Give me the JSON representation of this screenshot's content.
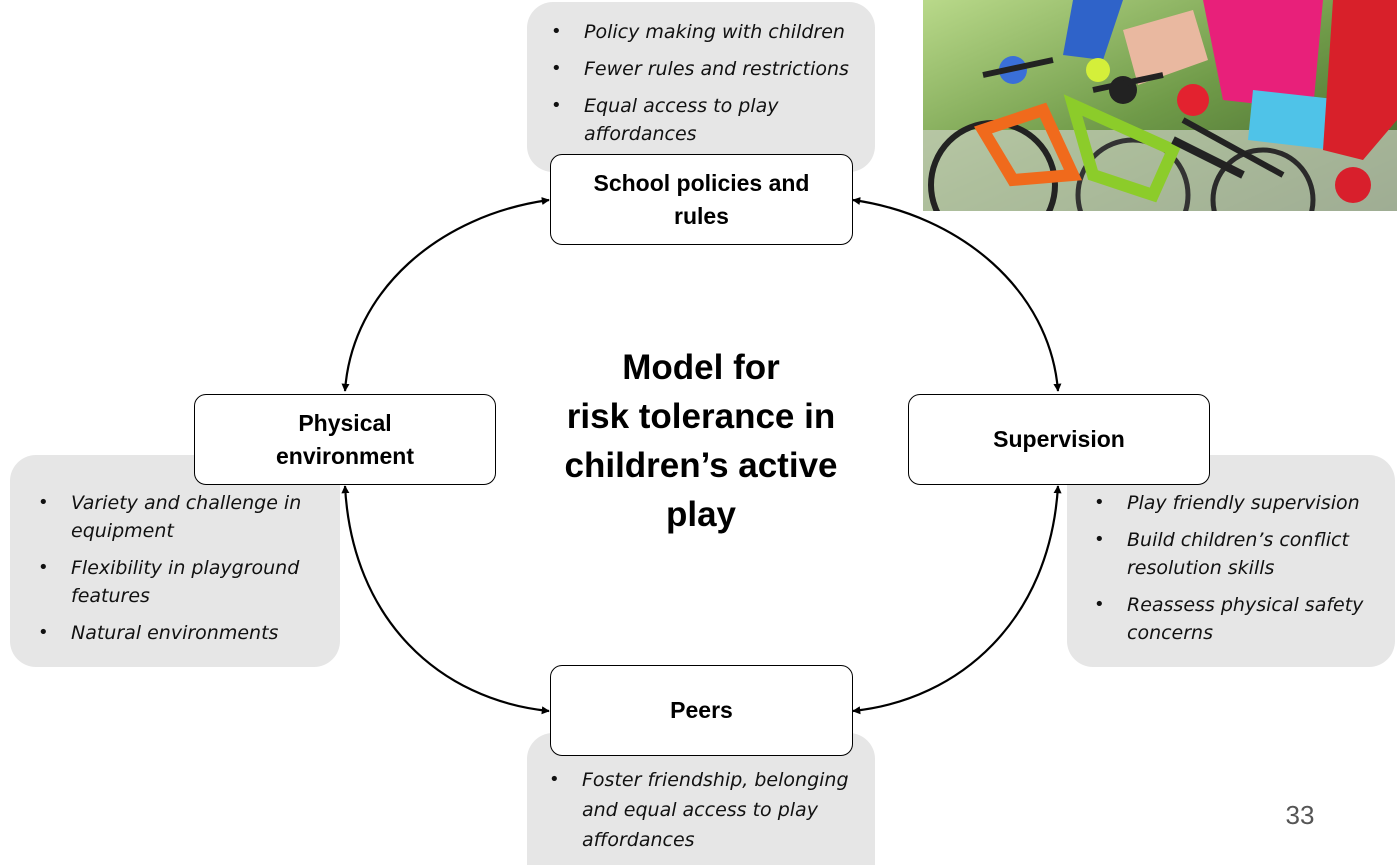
{
  "diagram": {
    "title": "Model for risk tolerance in children’s active play",
    "title_lines": [
      "Model for",
      "risk tolerance in",
      "children’s active",
      "play"
    ],
    "nodes": {
      "top": [
        "School policies and",
        "rules"
      ],
      "left": [
        "Physical",
        "environment"
      ],
      "right": [
        "Supervision"
      ],
      "bottom": [
        "Peers"
      ]
    },
    "panels": {
      "top": [
        "Policy making with children",
        "Fewer rules and restrictions",
        "Equal access to play affordances"
      ],
      "left": [
        "Variety and challenge in equipment",
        "Flexibility in playground features",
        "Natural environments"
      ],
      "right": [
        "Play friendly supervision",
        "Build children’s conflict resolution skills",
        "Reassess physical safety concerns"
      ],
      "bottom": [
        "Foster friendship, belonging and equal access to play affordances"
      ]
    },
    "connections": [
      {
        "from": "School policies and rules",
        "to": "Supervision",
        "direction": "bidirectional"
      },
      {
        "from": "Supervision",
        "to": "Peers",
        "direction": "bidirectional"
      },
      {
        "from": "Peers",
        "to": "Physical environment",
        "direction": "bidirectional"
      },
      {
        "from": "Physical environment",
        "to": "School policies and rules",
        "direction": "bidirectional"
      }
    ]
  },
  "photo": {
    "subject": "children riding bicycles",
    "colors": [
      "#f06a1c",
      "#8ccc2a",
      "#e8207a",
      "#4fc3e8",
      "#d8202a"
    ]
  },
  "page_number": "33",
  "colors": {
    "panel_bg": "#e6e6e6",
    "node_border": "#000000",
    "text": "#000000"
  }
}
